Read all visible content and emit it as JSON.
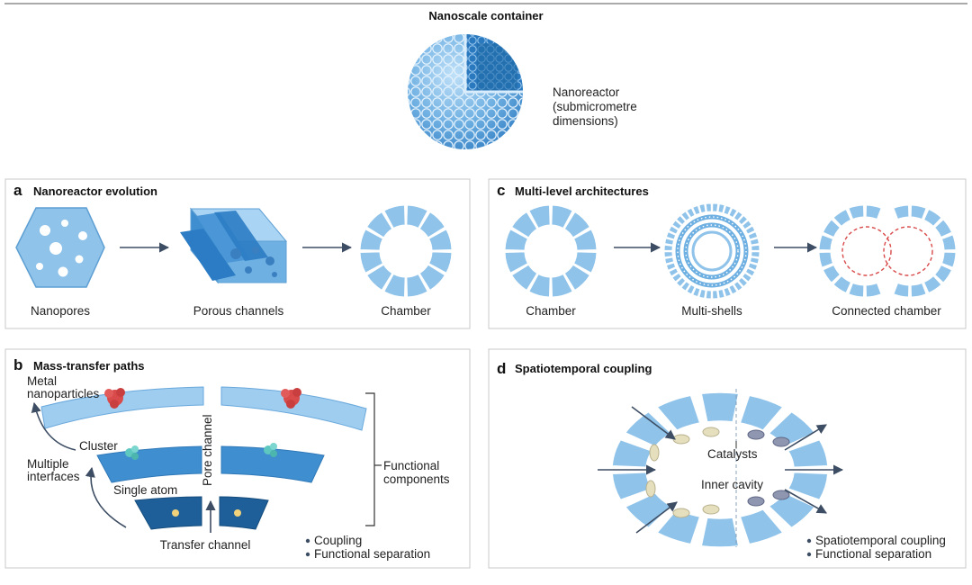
{
  "header": {
    "title": "Nanoscale container"
  },
  "top": {
    "label_line1": "Nanoreactor",
    "label_line2": "(submicrometre",
    "label_line3": "dimensions)"
  },
  "panel_a": {
    "letter": "a",
    "title": "Nanoreactor evolution",
    "items": [
      "Nanopores",
      "Porous channels",
      "Chamber"
    ]
  },
  "panel_b": {
    "letter": "b",
    "title": "Mass-transfer paths",
    "metal_line1": "Metal",
    "metal_line2": "nanoparticles",
    "cluster": "Cluster",
    "multiple_line1": "Multiple",
    "multiple_line2": "interfaces",
    "single_atom": "Single atom",
    "pore_channel": "Pore channel",
    "transfer_channel": "Transfer channel",
    "functional_line1": "Functional",
    "functional_line2": "components",
    "bullets": [
      "Coupling",
      "Functional separation"
    ]
  },
  "panel_c": {
    "letter": "c",
    "title": "Multi-level architectures",
    "items": [
      "Chamber",
      "Multi-shells",
      "Connected chamber"
    ]
  },
  "panel_d": {
    "letter": "d",
    "title": "Spatiotemporal coupling",
    "catalysts": "Catalysts",
    "inner_cavity": "Inner cavity",
    "bullets": [
      "Spatiotemporal coupling",
      "Functional separation"
    ]
  },
  "colors": {
    "shell_blue": "#8fc3ea",
    "dark_blue": "#1f6aa8",
    "metal_red": "#d94a4a",
    "cluster_teal": "#5ec7c0",
    "atom_yellow": "#f1d27a",
    "catalyst_beige": "#e6dfbd",
    "catalyst_grey": "#8e96b0",
    "arrow": "#3d4d63"
  }
}
